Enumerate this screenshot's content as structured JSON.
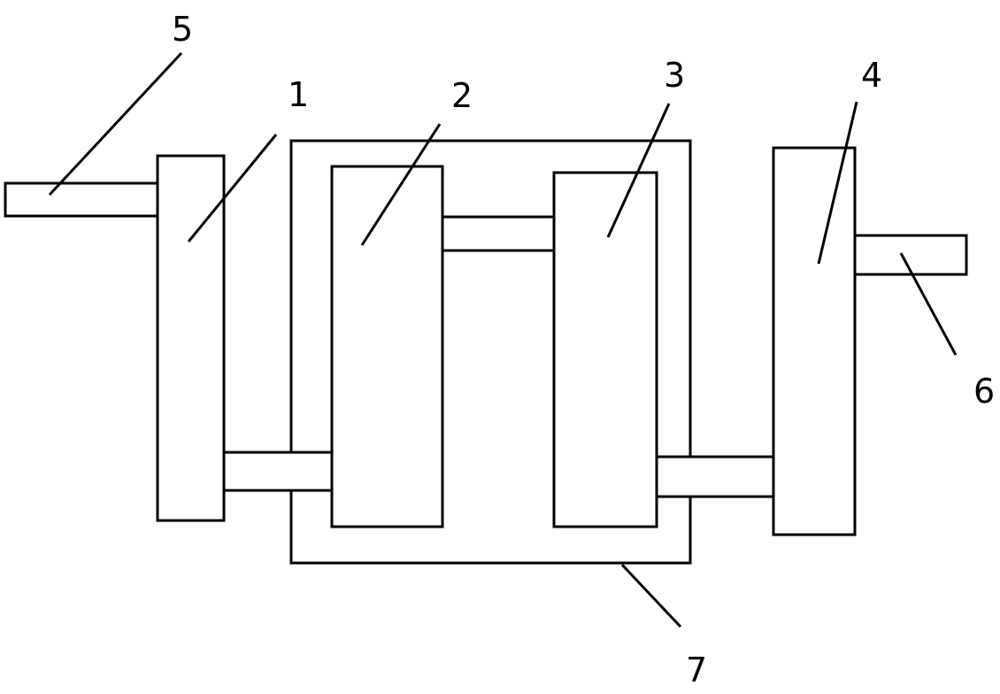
{
  "labels": {
    "part1": "1",
    "part2": "2",
    "part3": "3",
    "part4": "4",
    "part5": "5",
    "part6": "6",
    "part7": "7"
  },
  "colors": {
    "line": "#000000",
    "background": "#ffffff"
  }
}
